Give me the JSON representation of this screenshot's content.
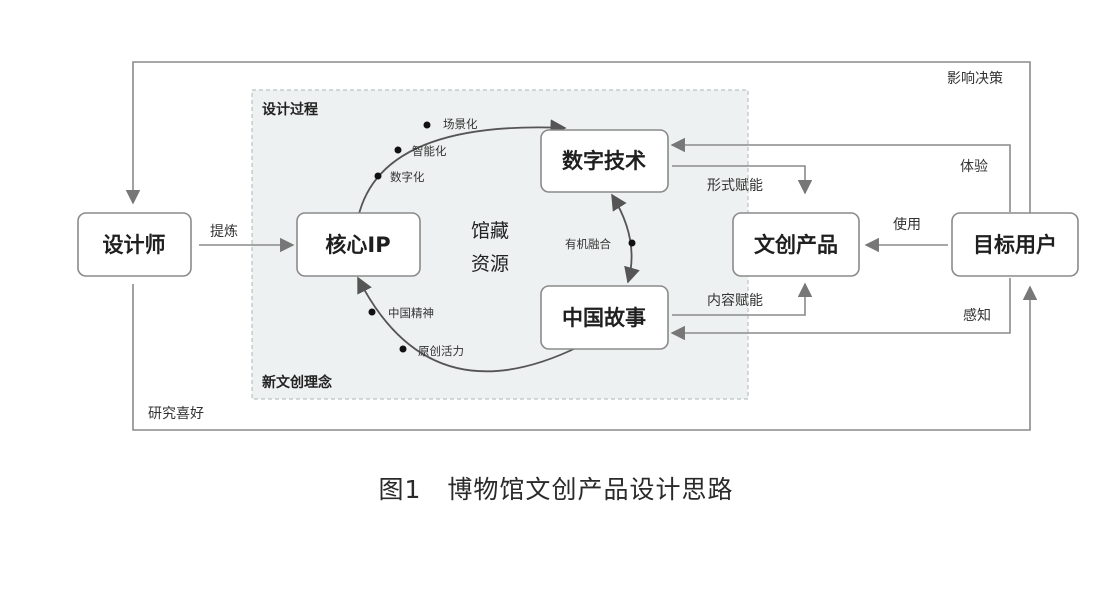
{
  "nodes": {
    "designer": "设计师",
    "core_ip": "核心IP",
    "digital_tech": "数字技术",
    "china_story": "中国故事",
    "product": "文创产品",
    "target_user": "目标用户"
  },
  "center": {
    "line1": "馆藏",
    "line2": "资源"
  },
  "region": {
    "top_label": "设计过程",
    "bottom_label": "新文创理念"
  },
  "cycle_labels": {
    "scene": "场景化",
    "smart": "智能化",
    "digital": "数字化",
    "spirit": "中国精神",
    "vitality": "原创活力",
    "fusion": "有机融合"
  },
  "edge_labels": {
    "refine": "提炼",
    "form": "形式赋能",
    "content": "内容赋能",
    "use": "使用",
    "experience": "体验",
    "perceive": "感知",
    "influence": "影响决策",
    "research": "研究喜好"
  },
  "caption": "图1　博物馆文创产品设计思路"
}
